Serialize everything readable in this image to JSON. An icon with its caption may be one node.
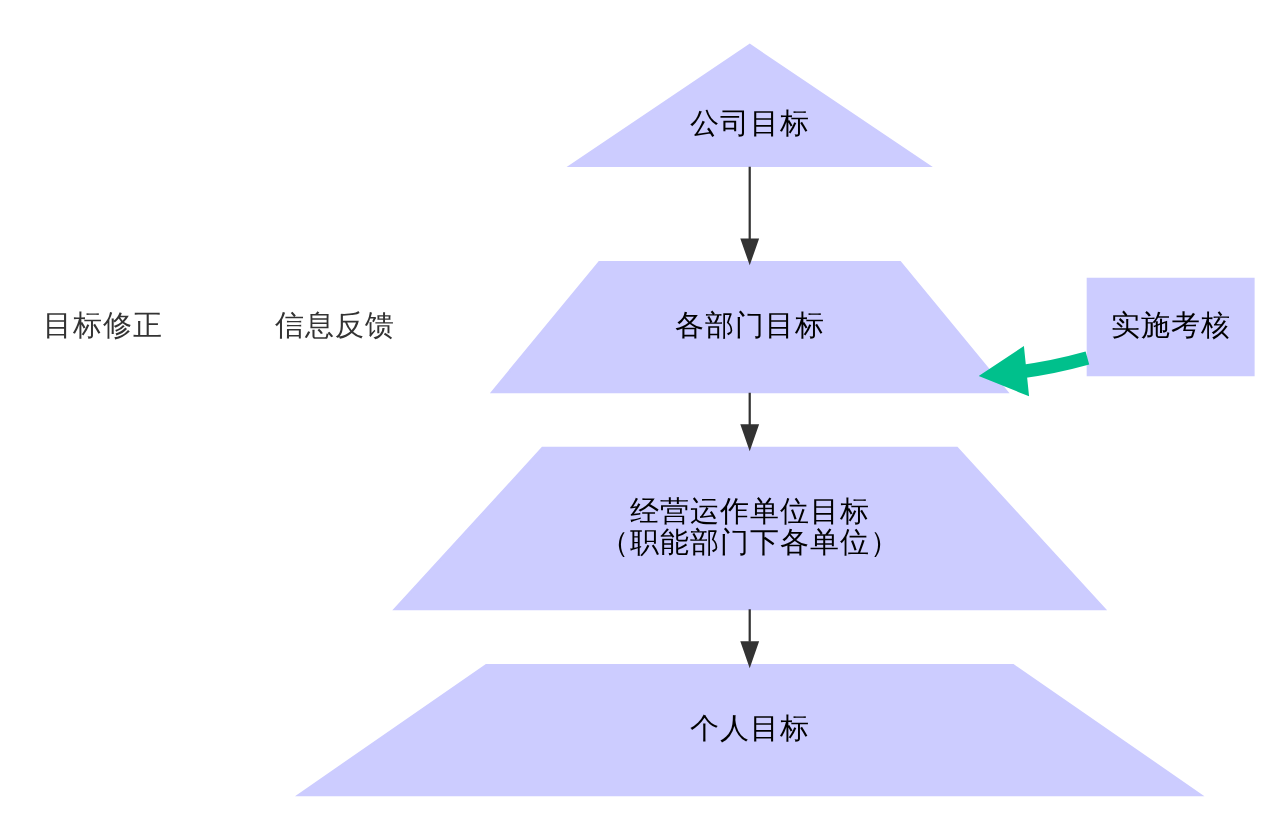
{
  "diagram": {
    "nodes": [
      {
        "text": [
          "公司目标"
        ]
      },
      {
        "text": [
          "各部门目标"
        ]
      },
      {
        "text": [
          "经营运作单位目标",
          "（职能部门下各单位）"
        ]
      },
      {
        "text": [
          "个人目标"
        ]
      },
      {
        "text": [
          "实施考核"
        ]
      }
    ],
    "edges": [
      {
        "from": 0,
        "to": 1,
        "arrow": "to"
      },
      {
        "from": 1,
        "to": 2,
        "arrow": "to"
      },
      {
        "from": 2,
        "to": 3,
        "arrow": "to"
      },
      {
        "from": 4,
        "to": 1,
        "arrow": "to",
        "style": "thick",
        "color": "#00c08c"
      }
    ],
    "labels": [
      "目标修正",
      "信息反馈"
    ]
  }
}
